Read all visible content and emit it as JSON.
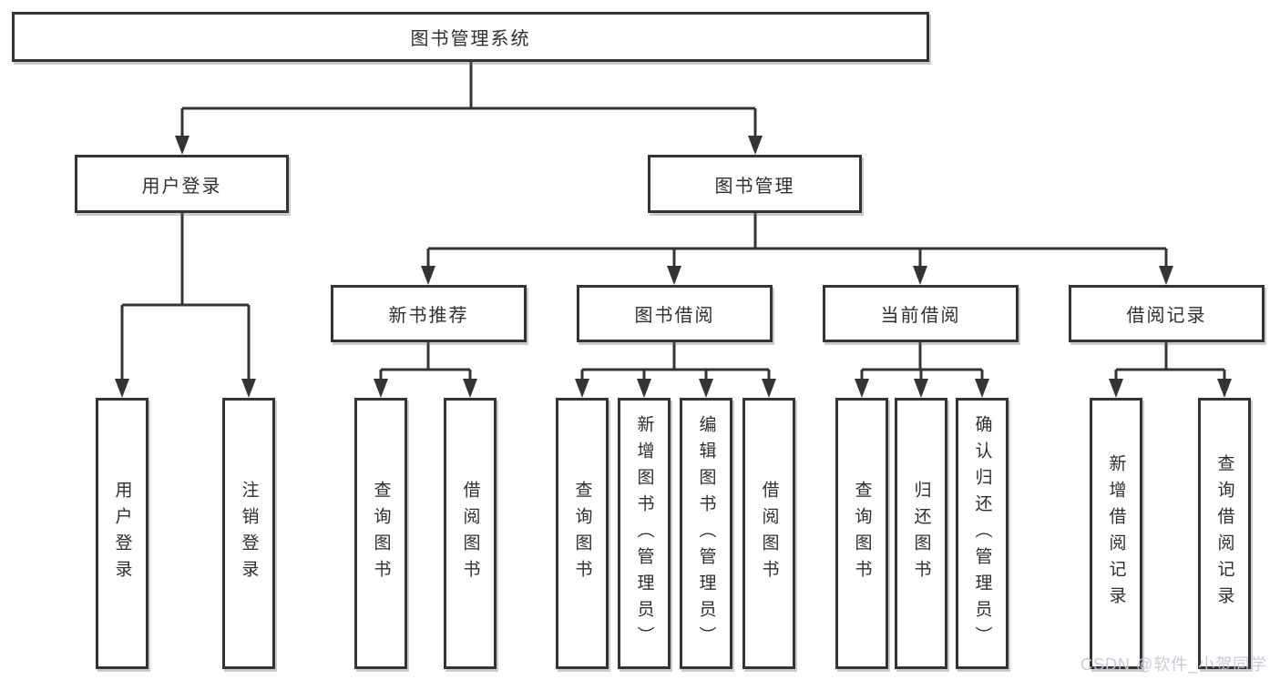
{
  "diagram_title": "图书管理系统",
  "colors": {
    "line": "#343434",
    "box_border": "#343434",
    "text": "#2f2f2f",
    "background": "#ffffff",
    "watermark": "#c6cbd3"
  },
  "tree": {
    "root": {
      "label": "图书管理系统"
    },
    "branches": [
      {
        "label": "用户登录",
        "children": [
          {
            "label": "用户登录"
          },
          {
            "label": "注销登录"
          }
        ]
      },
      {
        "label": "图书管理",
        "children": [
          {
            "label": "新书推荐",
            "children": [
              {
                "label": "查询图书"
              },
              {
                "label": "借阅图书"
              }
            ]
          },
          {
            "label": "图书借阅",
            "children": [
              {
                "label": "查询图书"
              },
              {
                "label": "新增图书（管理员）"
              },
              {
                "label": "编辑图书（管理员）"
              },
              {
                "label": "借阅图书"
              }
            ]
          },
          {
            "label": "当前借阅",
            "children": [
              {
                "label": "查询图书"
              },
              {
                "label": "归还图书"
              },
              {
                "label": "确认归还（管理员）"
              }
            ]
          },
          {
            "label": "借阅记录",
            "children": [
              {
                "label": "新增借阅记录"
              },
              {
                "label": "查询借阅记录"
              }
            ]
          }
        ]
      }
    ]
  },
  "watermark": "CSDN @软件_小贺同学"
}
